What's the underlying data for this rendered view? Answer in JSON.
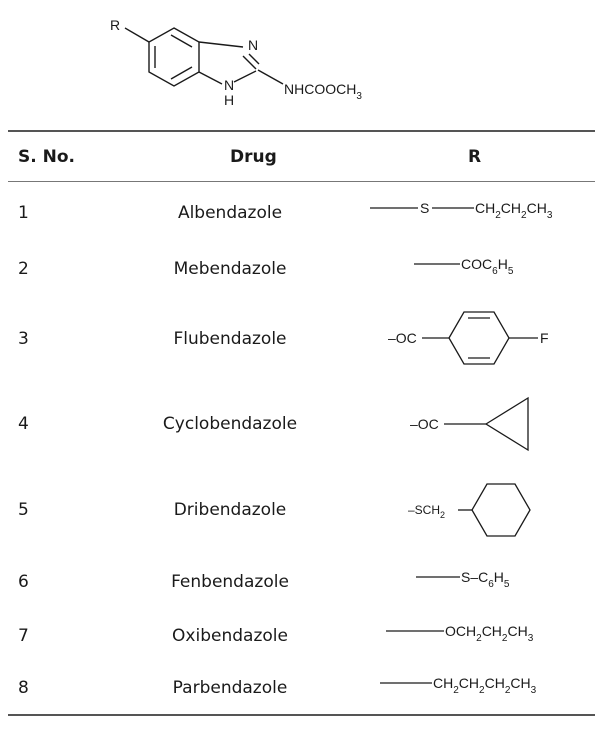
{
  "scaffold": {
    "substituent_label": "R",
    "n_label": "N",
    "nh_n_label": "N",
    "nh_h_label": "H",
    "side_chain_label": "NHCOOCH",
    "side_chain_sub": "3"
  },
  "table": {
    "headers": {
      "sno": "S. No.",
      "drug": "Drug",
      "r": "R"
    },
    "rows": [
      {
        "sno": "1",
        "drug": "Albendazole",
        "r": {
          "a": "S",
          "b": "CH",
          "b1": "2",
          "c": "CH",
          "c1": "2",
          "d": "CH",
          "d1": "3"
        }
      },
      {
        "sno": "2",
        "drug": "Mebendazole",
        "r": {
          "a": "COC",
          "a1": "6",
          "b": "H",
          "b1": "5"
        }
      },
      {
        "sno": "3",
        "drug": "Flubendazole",
        "r": {
          "a": "–OC",
          "b": "F"
        }
      },
      {
        "sno": "4",
        "drug": "Cyclobendazole",
        "r": {
          "a": "–OC"
        }
      },
      {
        "sno": "5",
        "drug": "Dribendazole",
        "r": {
          "a": "–SCH",
          "a1": "2"
        }
      },
      {
        "sno": "6",
        "drug": "Fenbendazole",
        "r": {
          "a": "S–C",
          "a1": "6",
          "b": "H",
          "b1": "5"
        }
      },
      {
        "sno": "7",
        "drug": "Oxibendazole",
        "r": {
          "a": "OCH",
          "a1": "2",
          "b": "CH",
          "b1": "2",
          "c": "CH",
          "c1": "3"
        }
      },
      {
        "sno": "8",
        "drug": "Parbendazole",
        "r": {
          "a": "CH",
          "a1": "2",
          "b": "CH",
          "b1": "2",
          "c": "CH",
          "c1": "2",
          "d": "CH",
          "d1": "3"
        }
      }
    ]
  }
}
